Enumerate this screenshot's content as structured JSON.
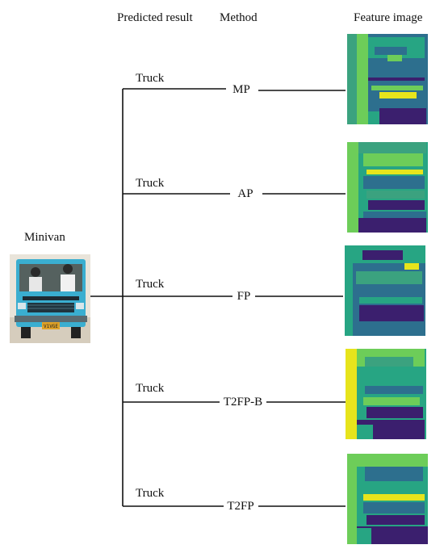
{
  "headers": {
    "predicted_result": "Predicted result",
    "method": "Method",
    "feature_image": "Feature image"
  },
  "input": {
    "label": "Minivan",
    "plate_text": "V1VGE"
  },
  "rows": [
    {
      "prediction": "Truck",
      "method": "MP"
    },
    {
      "prediction": "Truck",
      "method": "AP"
    },
    {
      "prediction": "Truck",
      "method": "FP"
    },
    {
      "prediction": "Truck",
      "method": "T2FP-B"
    },
    {
      "prediction": "Truck",
      "method": "T2FP"
    }
  ],
  "colors": {
    "line": "#111111",
    "viridis_dark": "#3b1f6e",
    "viridis_blue": "#2d6f8e",
    "viridis_teal": "#27a583",
    "viridis_green": "#6dcd59",
    "viridis_yellow": "#e7e41c",
    "truck_body": "#3aaed0"
  }
}
